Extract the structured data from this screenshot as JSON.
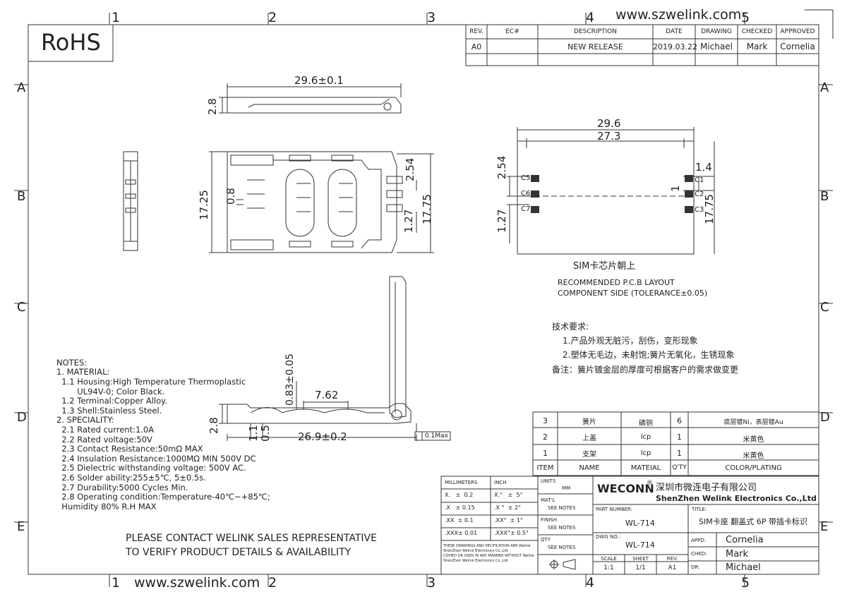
{
  "site": "www.szwelink.com",
  "rohs": "RoHS",
  "grid": {
    "cols": [
      "1",
      "2",
      "3",
      "4",
      "5"
    ],
    "rows": [
      "A",
      "B",
      "C",
      "D",
      "E"
    ]
  },
  "revision": {
    "headers": [
      "REV.",
      "EC#",
      "DESCRIPTION",
      "DATE",
      "DRAWING",
      "CHECKED",
      "APPROVED"
    ],
    "row": [
      "A0",
      "",
      "NEW RELEASE",
      "2019.03.22",
      "Michael",
      "Mark",
      "Cornelia"
    ]
  },
  "dims": {
    "top_width": "29.6±0.1",
    "top_height": "2.8",
    "front_height_total": "17.25",
    "front_pitch": "0.8",
    "front_height_right": "17.75",
    "front_2_54": "2.54",
    "front_1_27": "1.27",
    "pcb_width": "29.6",
    "pcb_inner": "27.3",
    "pcb_2_54": "2.54",
    "pcb_1_27": "1.27",
    "pcb_1_4": "1.4",
    "pcb_1": "1",
    "pcb_17_75": "17.75",
    "side_083": "0.83±0.05",
    "side_762": "7.62",
    "side_28": "2.8",
    "side_11": "1.1",
    "side_05": "0.5",
    "side_269": "26.9±0.2",
    "flatness": "0.1Max"
  },
  "pads": [
    "C5",
    "C6",
    "C7",
    "C1",
    "C2",
    "C3"
  ],
  "pcb_caption": "SIM卡芯片朝上",
  "pcb_note": [
    "RECOMMENDED P.C.B LAYOUT",
    "COMPONENT SIDE (TOLERANCE±0.05)"
  ],
  "tech": {
    "title": "技术要求:",
    "items": [
      "1.产品外观无脏污，刮伤，变形现象",
      "2.塑体无毛边，未射饱;簧片无氧化，生锈现象"
    ],
    "remark": "备注：簧片镀金层的厚度可根据客户的需求做变更"
  },
  "notes": [
    "NOTES:",
    "1. MATERIAL:",
    "  1.1 Housing:High Temperature Thermoplastic",
    "        UL94V-0; Color Black.",
    "  1.2 Terminal:Copper Alloy.",
    "  1.3 Shell:Stainless Steel.",
    "2. SPECIALITY:",
    "  2.1 Rated current:1.0A",
    "  2.2 Rated voltage:50V",
    "  2.3 Contact Resistance:50mΩ MAX",
    "  2.4 Insulation Resistance:1000MΩ MIN 500V DC",
    "  2.5 Dielectric withstanding voltage: 500V AC.",
    "  2.6 Solder ability:255±5℃, 5±0.5s.",
    "  2.7 Durability:5000 Cycles Min.",
    "  2.8 Operating condition:Temperature-40℃~+85℃;",
    "  Humidity 80% R.H MAX"
  ],
  "contact": [
    "PLEASE CONTACT WELINK SALES REPRESENTATIVE",
    "TO VERIFY PRODUCT DETAILS & AVAILABILITY"
  ],
  "bom": {
    "rows": [
      [
        "3",
        "簧片",
        "磷铜",
        "6",
        "底层镀Ni，表层镀Au"
      ],
      [
        "2",
        "上盖",
        "lcp",
        "1",
        "米黄色"
      ],
      [
        "1",
        "支架",
        "lcp",
        "1",
        "米黄色"
      ]
    ],
    "header": [
      "ITEM",
      "NAME",
      "MATEIAL",
      "Q'TY",
      "COLOR/PLATING"
    ]
  },
  "tolerance": {
    "h1": "MILLIMETERS",
    "h2": "INCH",
    "rows": [
      [
        "X.   ±  0.2",
        "X.°   ±  5°"
      ],
      [
        ".X   ± 0.15",
        ".X °  ± 2°"
      ],
      [
        ".XX  ± 0.1",
        ".XX°  ± 1°"
      ],
      [
        ".XXX± 0.01",
        ".XXX°± 0.5°"
      ]
    ],
    "legal": [
      "THESE DRAWINGS AND PECIFICATION  ARE Welink",
      "ShenZhen Welink Electronics Co.,Ltd",
      "COPIED OR USED IN ANY MANNER WITHOUT Welink",
      "ShenZhen Welink Electronics Co.,Ltd"
    ]
  },
  "units": {
    "units_label": "UNITS",
    "units_val": "MM",
    "matl_label": "MAT'L",
    "matl_val": "SEE NOTES",
    "finish_label": "FINISH",
    "finish_val": "SEE NOTES",
    "qty_label": "QTY",
    "qty_val": "SEE NOTES"
  },
  "company": {
    "brand": "WECONN",
    "reg": "®",
    "cn": "深圳市微连电子有限公司",
    "en": "ShenZhen Welink Electronics Co.,Ltd"
  },
  "title_block": {
    "part_label": "PART NUMBER:",
    "part": "WL-714",
    "title_label": "TITLE:",
    "title": "SIM卡座 翻盖式 6P 带插卡标识",
    "dwg_label": "DWG NO.:",
    "dwg": "WL-714",
    "appd_label": "APPD:",
    "appd": "Cornelia",
    "chkd_label": "CHKD:",
    "chkd": "Mark",
    "dr_label": "DR:",
    "dr": "Michael",
    "scale_label": "SCALE",
    "scale": "1:1",
    "sheet_label": "SHEET",
    "sheet": "1/1",
    "rev_label": "REV.",
    "rev": "A1"
  }
}
